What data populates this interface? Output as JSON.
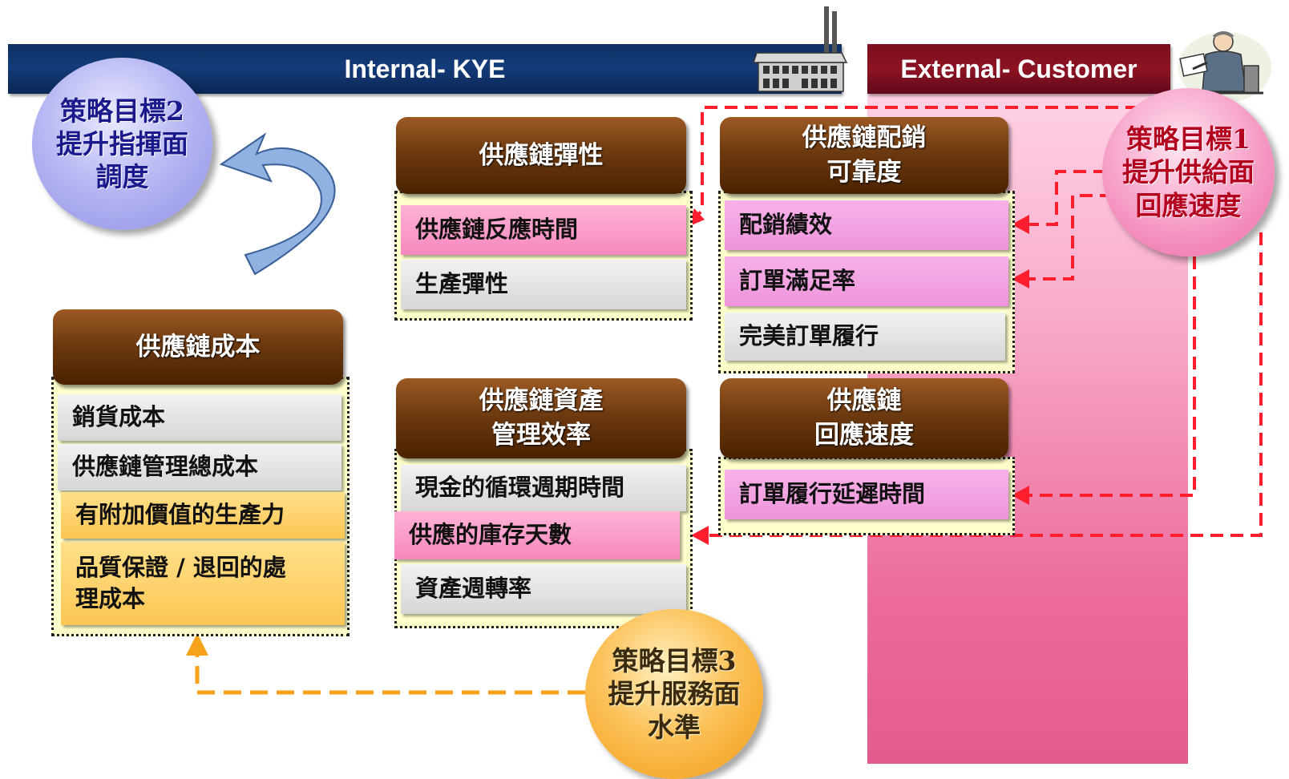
{
  "header": {
    "internal_label": "Internal- KYE",
    "external_label": "External- Customer"
  },
  "goals": {
    "goal2": [
      "策略目標2",
      "提升指揮面",
      "調度"
    ],
    "goal1": [
      "策略目標1",
      "提升供給面",
      "回應速度"
    ],
    "goal3": [
      "策略目標3",
      "提升服務面",
      "水準"
    ]
  },
  "groups": {
    "flexibility": {
      "title": [
        "供應鏈彈性"
      ],
      "items": [
        "供應鏈反應時間",
        "生產彈性"
      ]
    },
    "reliability": {
      "title": [
        "供應鏈配銷",
        "可靠度"
      ],
      "items": [
        "配銷績效",
        "訂單滿足率",
        "完美訂單履行"
      ]
    },
    "cost": {
      "title": [
        "供應鏈成本"
      ],
      "items": [
        "銷貨成本",
        "供應鏈管理總成本",
        "有附加價值的生產力",
        "品質保證 / 退回的處",
        "理成本"
      ]
    },
    "asset": {
      "title": [
        "供應鏈資產",
        "管理效率"
      ],
      "items": [
        "現金的循環週期時間",
        "供應的庫存天數",
        "資產週轉率"
      ]
    },
    "responsiveness": {
      "title": [
        "供應鏈",
        "回應速度"
      ],
      "items": [
        "訂單履行延遲時間"
      ]
    }
  },
  "colors": {
    "internal_bar": "#143c7a",
    "external_bar": "#8e1323",
    "group_title": "#6e3a10",
    "arrow_red": "#ff1e2d",
    "arrow_orange": "#f7a21c",
    "curved_arrow": "#8fb2e0"
  }
}
